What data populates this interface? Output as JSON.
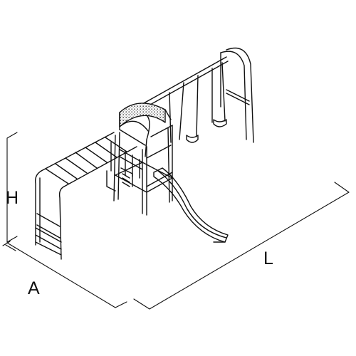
{
  "dimensions": {
    "height_label": "H",
    "width_label": "A",
    "length_label": "L"
  },
  "colors": {
    "stroke": "#111111",
    "background": "#ffffff",
    "roof_pattern": "#555555"
  },
  "components": [
    "monkey-bars",
    "ladder",
    "play-tower",
    "canopy-roof",
    "slide",
    "swing-beam",
    "swings"
  ]
}
